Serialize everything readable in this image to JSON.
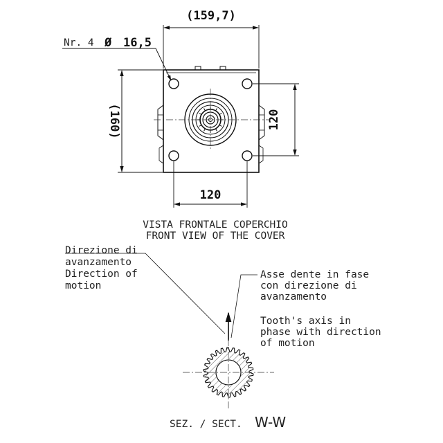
{
  "dimensions": {
    "overall_width": "(159,7)",
    "overall_height": "(160)",
    "hole_spacing_horizontal": "120",
    "hole_spacing_vertical": "120",
    "hole_count": "Nr. 4",
    "hole_diameter_symbol": "Ø",
    "hole_diameter_value": "16,5"
  },
  "front_view": {
    "title_it": "VISTA FRONTALE COPERCHIO",
    "title_en": "FRONT VIEW OF THE COVER"
  },
  "section": {
    "direction_label_it_1": "Direzione di",
    "direction_label_it_2": "avanzamento",
    "direction_label_en_1": "Direction of",
    "direction_label_en_2": "motion",
    "tooth_axis_it_1": "Asse dente in fase",
    "tooth_axis_it_2": "con direzione di",
    "tooth_axis_it_3": "avanzamento",
    "tooth_axis_en_1": "Tooth's axis in",
    "tooth_axis_en_2": "phase with direction",
    "tooth_axis_en_3": "of motion",
    "section_label_prefix": "SEZ. / SECT.",
    "section_label_id": "W-W"
  },
  "colors": {
    "line": "#111111",
    "thin": "#333333"
  }
}
